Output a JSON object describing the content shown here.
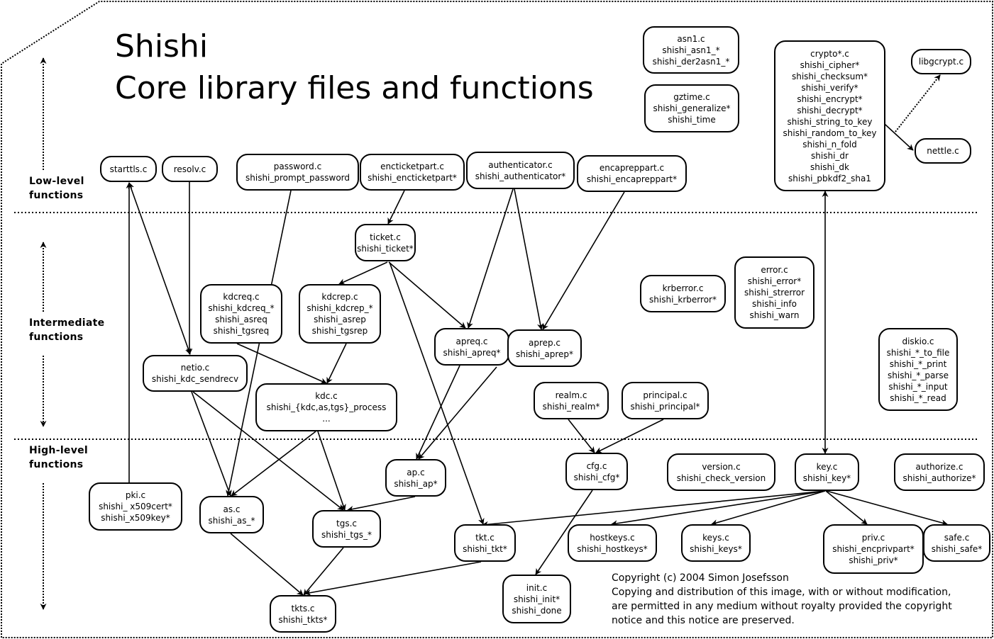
{
  "title": {
    "line1": "Shishi",
    "line2": "Core library files and functions"
  },
  "levels": {
    "low": {
      "line1": "Low-level",
      "line2": "functions"
    },
    "intermediate": {
      "line1": "Intermediate",
      "line2": "functions"
    },
    "high": {
      "line1": "High-level",
      "line2": "functions"
    }
  },
  "nodes": {
    "starttls": {
      "lines": [
        "starttls.c"
      ]
    },
    "resolv": {
      "lines": [
        "resolv.c"
      ]
    },
    "password": {
      "lines": [
        "password.c",
        "shishi_prompt_password"
      ]
    },
    "encticketpart": {
      "lines": [
        "encticketpart.c",
        "shishi_encticketpart*"
      ]
    },
    "authenticator": {
      "lines": [
        "authenticator.c",
        "shishi_authenticator*"
      ]
    },
    "encapreppart": {
      "lines": [
        "encapreppart.c",
        "shishi_encapreppart*"
      ]
    },
    "asn1": {
      "lines": [
        "asn1.c",
        "shishi_asn1_*",
        "shishi_der2asn1_*"
      ]
    },
    "gztime": {
      "lines": [
        "gztime.c",
        "shishi_generalize*",
        "shishi_time"
      ]
    },
    "crypto": {
      "lines": [
        "crypto*.c",
        "shishi_cipher*",
        "shishi_checksum*",
        "shishi_verify*",
        "shishi_encrypt*",
        "shishi_decrypt*",
        "shishi_string_to_key",
        "shishi_random_to_key",
        "shishi_n_fold",
        "shishi_dr",
        "shishi_dk",
        "shishi_pbkdf2_sha1"
      ]
    },
    "libgcrypt": {
      "lines": [
        "libgcrypt.c"
      ]
    },
    "nettle": {
      "lines": [
        "nettle.c"
      ]
    },
    "ticket": {
      "lines": [
        "ticket.c",
        "shishi_ticket*"
      ]
    },
    "kdcreq": {
      "lines": [
        "kdcreq.c",
        "shishi_kdcreq_*",
        "shishi_asreq",
        "shishi_tgsreq"
      ]
    },
    "kdcrep": {
      "lines": [
        "kdcrep.c",
        "shishi_kdcrep_*",
        "shishi_asrep",
        "shishi_tgsrep"
      ]
    },
    "apreq": {
      "lines": [
        "apreq.c",
        "shishi_apreq*"
      ]
    },
    "aprep": {
      "lines": [
        "aprep.c",
        "shishi_aprep*"
      ]
    },
    "krberror": {
      "lines": [
        "krberror.c",
        "shishi_krberror*"
      ]
    },
    "error": {
      "lines": [
        "error.c",
        "shishi_error*",
        "shishi_strerror",
        "shishi_info",
        "shishi_warn"
      ]
    },
    "diskio": {
      "lines": [
        "diskio.c",
        "shishi_*_to_file",
        "shishi_*_print",
        "shishi_*_parse",
        "shishi_*_input",
        "shishi_*_read"
      ]
    },
    "netio": {
      "lines": [
        "netio.c",
        "shishi_kdc_sendrecv"
      ]
    },
    "kdc": {
      "lines": [
        "kdc.c",
        "shishi_{kdc,as,tgs}_process",
        "..."
      ]
    },
    "realm": {
      "lines": [
        "realm.c",
        "shishi_realm*"
      ]
    },
    "principal": {
      "lines": [
        "principal.c",
        "shishi_principal*"
      ]
    },
    "pki": {
      "lines": [
        "pki.c",
        "shishi_ x509cert*",
        "shishi_x509key*"
      ]
    },
    "as": {
      "lines": [
        "as.c",
        "shishi_as_*"
      ]
    },
    "tgs": {
      "lines": [
        "tgs.c",
        "shishi_tgs_*"
      ]
    },
    "ap": {
      "lines": [
        "ap.c",
        "shishi_ap*"
      ]
    },
    "cfg": {
      "lines": [
        "cfg.c",
        "shishi_cfg*"
      ]
    },
    "version": {
      "lines": [
        "version.c",
        "shishi_check_version"
      ]
    },
    "key": {
      "lines": [
        "key.c",
        "shishi_key*"
      ]
    },
    "authorize": {
      "lines": [
        "authorize.c",
        "shishi_authorize*"
      ]
    },
    "tkt": {
      "lines": [
        "tkt.c",
        "shishi_tkt*"
      ]
    },
    "hostkeys": {
      "lines": [
        "hostkeys.c",
        "shishi_hostkeys*"
      ]
    },
    "keys": {
      "lines": [
        "keys.c",
        "shishi_keys*"
      ]
    },
    "priv": {
      "lines": [
        "priv.c",
        "shishi_encprivpart*",
        "shishi_priv*"
      ]
    },
    "safe": {
      "lines": [
        "safe.c",
        "shishi_safe*"
      ]
    },
    "init": {
      "lines": [
        "init.c",
        "shishi_init*",
        "shishi_done"
      ]
    },
    "tkts": {
      "lines": [
        "tkts.c",
        "shishi_tkts*"
      ]
    }
  },
  "edges": [
    {
      "from": "pki",
      "to": "starttls",
      "style": "solid"
    },
    {
      "from": "netio",
      "to": "starttls",
      "style": "solid",
      "bidirectional": true
    },
    {
      "from": "resolv",
      "to": "netio",
      "style": "solid"
    },
    {
      "from": "password",
      "to": "as",
      "style": "solid"
    },
    {
      "from": "encticketpart",
      "to": "ticket",
      "style": "solid"
    },
    {
      "from": "authenticator",
      "to": "apreq",
      "style": "solid"
    },
    {
      "from": "authenticator",
      "to": "aprep",
      "style": "solid"
    },
    {
      "from": "encapreppart",
      "to": "aprep",
      "style": "solid"
    },
    {
      "from": "ticket",
      "to": "kdcrep",
      "style": "solid"
    },
    {
      "from": "ticket",
      "to": "apreq",
      "style": "solid"
    },
    {
      "from": "ticket",
      "to": "tkt",
      "style": "solid"
    },
    {
      "from": "kdcreq",
      "to": "kdc",
      "style": "solid"
    },
    {
      "from": "kdcrep",
      "to": "kdc",
      "style": "solid"
    },
    {
      "from": "netio",
      "to": "as",
      "style": "solid"
    },
    {
      "from": "netio",
      "to": "tgs",
      "style": "solid"
    },
    {
      "from": "kdc",
      "to": "as",
      "style": "solid"
    },
    {
      "from": "kdc",
      "to": "tgs",
      "style": "solid"
    },
    {
      "from": "apreq",
      "to": "ap",
      "style": "solid"
    },
    {
      "from": "aprep",
      "to": "ap",
      "style": "solid"
    },
    {
      "from": "ap",
      "to": "tgs",
      "style": "solid"
    },
    {
      "from": "as",
      "to": "tkts",
      "style": "solid"
    },
    {
      "from": "tgs",
      "to": "tkts",
      "style": "solid"
    },
    {
      "from": "tkt",
      "to": "tkts",
      "style": "solid"
    },
    {
      "from": "realm",
      "to": "cfg",
      "style": "solid"
    },
    {
      "from": "principal",
      "to": "cfg",
      "style": "solid"
    },
    {
      "from": "cfg",
      "to": "init",
      "style": "solid"
    },
    {
      "from": "key",
      "to": "crypto",
      "style": "solid",
      "bidirectional": true
    },
    {
      "from": "key",
      "to": "tkt",
      "style": "solid"
    },
    {
      "from": "key",
      "to": "hostkeys",
      "style": "solid"
    },
    {
      "from": "key",
      "to": "keys",
      "style": "solid"
    },
    {
      "from": "key",
      "to": "priv",
      "style": "solid"
    },
    {
      "from": "key",
      "to": "safe",
      "style": "solid"
    },
    {
      "from": "crypto",
      "to": "nettle",
      "style": "solid"
    },
    {
      "from": "crypto",
      "to": "libgcrypt",
      "style": "dotted"
    }
  ],
  "copyright": {
    "line1": "Copyright (c) 2004 Simon Josefsson",
    "line2": "Copying and distribution of this image, with or without modification,",
    "line3": "are permitted in any medium without royalty provided the copyright",
    "line4": "notice and this notice are preserved."
  }
}
